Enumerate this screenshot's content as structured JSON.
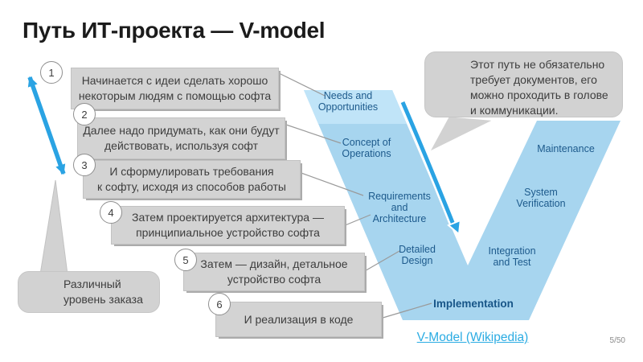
{
  "title": "Путь ИТ-проекта — V-model",
  "footer": {
    "page": "5/50",
    "link_label": "V-Model (Wikipedia)"
  },
  "callouts": [
    {
      "num": "1",
      "line1": "Начинается с идеи сделать хорошо",
      "line2": "некоторым людям с помощью софта"
    },
    {
      "num": "2",
      "line1": "Далее надо придумать, как они будут",
      "line2": "действовать, используя софт"
    },
    {
      "num": "3",
      "line1": "И сформулировать требования",
      "line2": "к софту, исходя из способов работы"
    },
    {
      "num": "4",
      "line1": "Затем проектируется архитектура —",
      "line2": "принципиальное устройство софта"
    },
    {
      "num": "5",
      "line1": "Затем — дизайн, детальное",
      "line2": "устройство софта"
    },
    {
      "num": "6",
      "line1": "И реализация в коде"
    }
  ],
  "v_model": {
    "needs": {
      "l1": "Needs and",
      "l2": "Opportunities"
    },
    "concept": {
      "l1": "Concept of",
      "l2": "Operations"
    },
    "requirements": {
      "l1": "Requirements",
      "l2": "and",
      "l3": "Architecture"
    },
    "detailed": {
      "l1": "Detailed",
      "l2": "Design"
    },
    "implementation": "Implementation",
    "integration": {
      "l1": "Integration",
      "l2": "and Test"
    },
    "system": {
      "l1": "System",
      "l2": "Verification"
    },
    "maintenance": "Maintenance"
  },
  "speech_bubbles": {
    "top_right": {
      "l1": "Этот путь не обязательно",
      "l2": "требует документов, его",
      "l3": "можно проходить в голове",
      "l4": "и коммуникации."
    },
    "bottom_left": {
      "l1": "Различный",
      "l2": "уровень заказа"
    }
  },
  "icons": {
    "avatar": "bearded-man-avatar"
  },
  "colors": {
    "v_fill": "#a7d5ef",
    "v_fill_top": "#c0e4f8",
    "accent_arrow": "#2aa3e3",
    "label_text": "#1d5a8c",
    "link": "#2bace3",
    "box_fill": "#d3d3d3",
    "bubble_fill": "#d2d2d2"
  }
}
